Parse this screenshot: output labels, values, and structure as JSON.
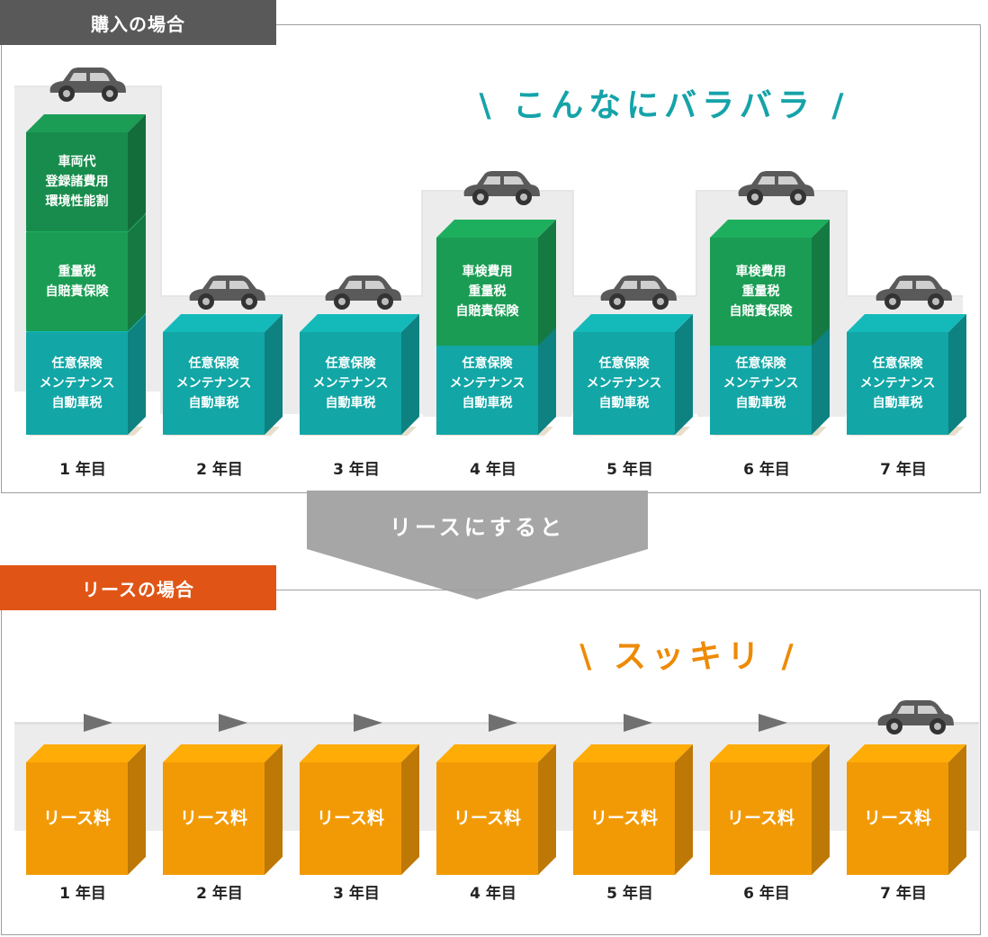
{
  "purchase": {
    "tab_label": "購入の場合",
    "slogan": "こんなにバラバラ",
    "slogan_color": "#15a3a9",
    "years": [
      "1 年目",
      "2 年目",
      "3 年目",
      "4 年目",
      "5 年目",
      "6 年目",
      "7 年目"
    ],
    "base_box": [
      "任意保険",
      "メンテナンス",
      "自動車税"
    ],
    "year1_top": [
      "車両代",
      "登録諸費用",
      "環境性能割"
    ],
    "year1_mid": [
      "重量税",
      "自賠責保険"
    ],
    "inspection_box": [
      "車検費用",
      "重量税",
      "自賠責保険"
    ]
  },
  "transition": {
    "label": "リースにすると"
  },
  "lease": {
    "tab_label": "リースの場合",
    "slogan": "スッキリ",
    "slogan_color": "#ee8a05",
    "box_label": "リース料",
    "years": [
      "1 年目",
      "2 年目",
      "3 年目",
      "4 年目",
      "5 年目",
      "6 年目",
      "7 年目"
    ]
  },
  "colors": {
    "teal": "#12a6a6",
    "green": "#1b9c54",
    "orange": "#f29a06",
    "purchase_tab": "#595959",
    "lease_tab": "#e05516",
    "arrow": "#a6a6a6"
  }
}
